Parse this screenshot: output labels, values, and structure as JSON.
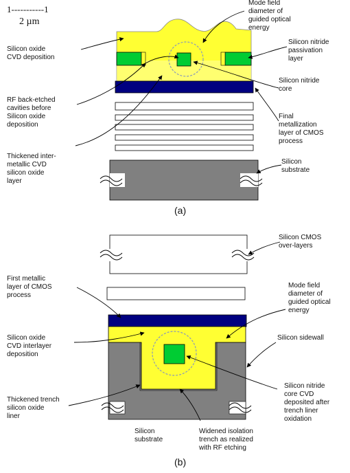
{
  "scale_bar": {
    "ticks": "1-----------1",
    "length": "2 µm"
  },
  "diagram_a": {
    "caption": "(a)",
    "labels": {
      "oxide_cvd": [
        "Silicon oxide",
        "CVD deposition"
      ],
      "mode_field": [
        "Mode field",
        "diameter of",
        "guided optical",
        "energy"
      ],
      "nitride_passivation": [
        "Silicon nitride",
        "passivation",
        "layer"
      ],
      "nitride_core": [
        "Silicon      nitride",
        "core"
      ],
      "rf_cavities": [
        "RF back-etched",
        "cavities before",
        "Silicon oxide",
        "deposition"
      ],
      "final_metallization": [
        "Final",
        "metallization",
        "layer  of  CMOS",
        "process"
      ],
      "thickened_imd": [
        "Thickened  inter-",
        "metallic  CVD",
        "silicon oxide",
        "layer"
      ],
      "substrate": [
        "Silicon",
        "substrate"
      ]
    }
  },
  "diagram_b": {
    "caption": "(b)",
    "labels": {
      "cmos_overlayers": [
        "Silicon CMOS",
        "over-layers"
      ],
      "first_metal": [
        "First  metallic",
        "layer  of  CMOS",
        "process"
      ],
      "mode_field": [
        "Mode field",
        "diameter of",
        "guided optical",
        "energy"
      ],
      "oxide_interlayer": [
        "Silicon oxide",
        "CVD  interlayer",
        "deposition"
      ],
      "sidewall": [
        "Silicon sidewall"
      ],
      "trench_liner": [
        "Thickened trench",
        "silicon oxide",
        "liner"
      ],
      "nitride_core_cvd": [
        "Silicon nitride",
        "core CVD",
        "deposited  after",
        "trench liner",
        "oxidation"
      ],
      "substrate": [
        "Silicon",
        "substrate"
      ],
      "widened_trench": [
        "Widened isolation",
        "trench as realized",
        "with RF etching"
      ]
    }
  },
  "colors": {
    "oxide": "#ffff33",
    "oxide_light": "#ffff99",
    "nitride": "#00cc33",
    "metal": "#000080",
    "silicon": "#808080",
    "mode_circle": "#8899bb"
  }
}
